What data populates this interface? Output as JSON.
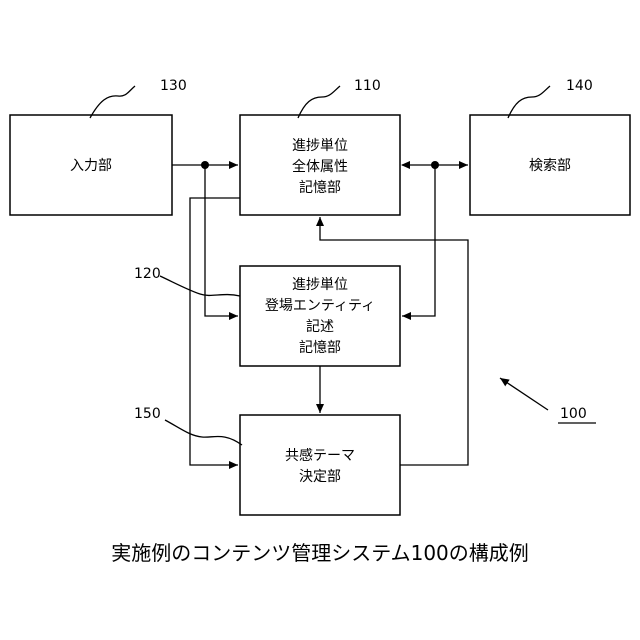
{
  "boxes": {
    "input": {
      "lines": [
        "入力部"
      ],
      "ref": "130"
    },
    "progress_attr": {
      "lines": [
        "進捗単位",
        "全体属性",
        "記憶部"
      ],
      "ref": "110"
    },
    "search": {
      "lines": [
        "検索部"
      ],
      "ref": "140"
    },
    "entity_desc": {
      "lines": [
        "進捗単位",
        "登場エンティティ",
        "記述",
        "記憶部"
      ],
      "ref": "120"
    },
    "empathy_theme": {
      "lines": [
        "共感テーマ",
        "決定部"
      ],
      "ref": "150"
    }
  },
  "system_ref": "100",
  "caption": "実施例のコンテンツ管理システム100の構成例"
}
